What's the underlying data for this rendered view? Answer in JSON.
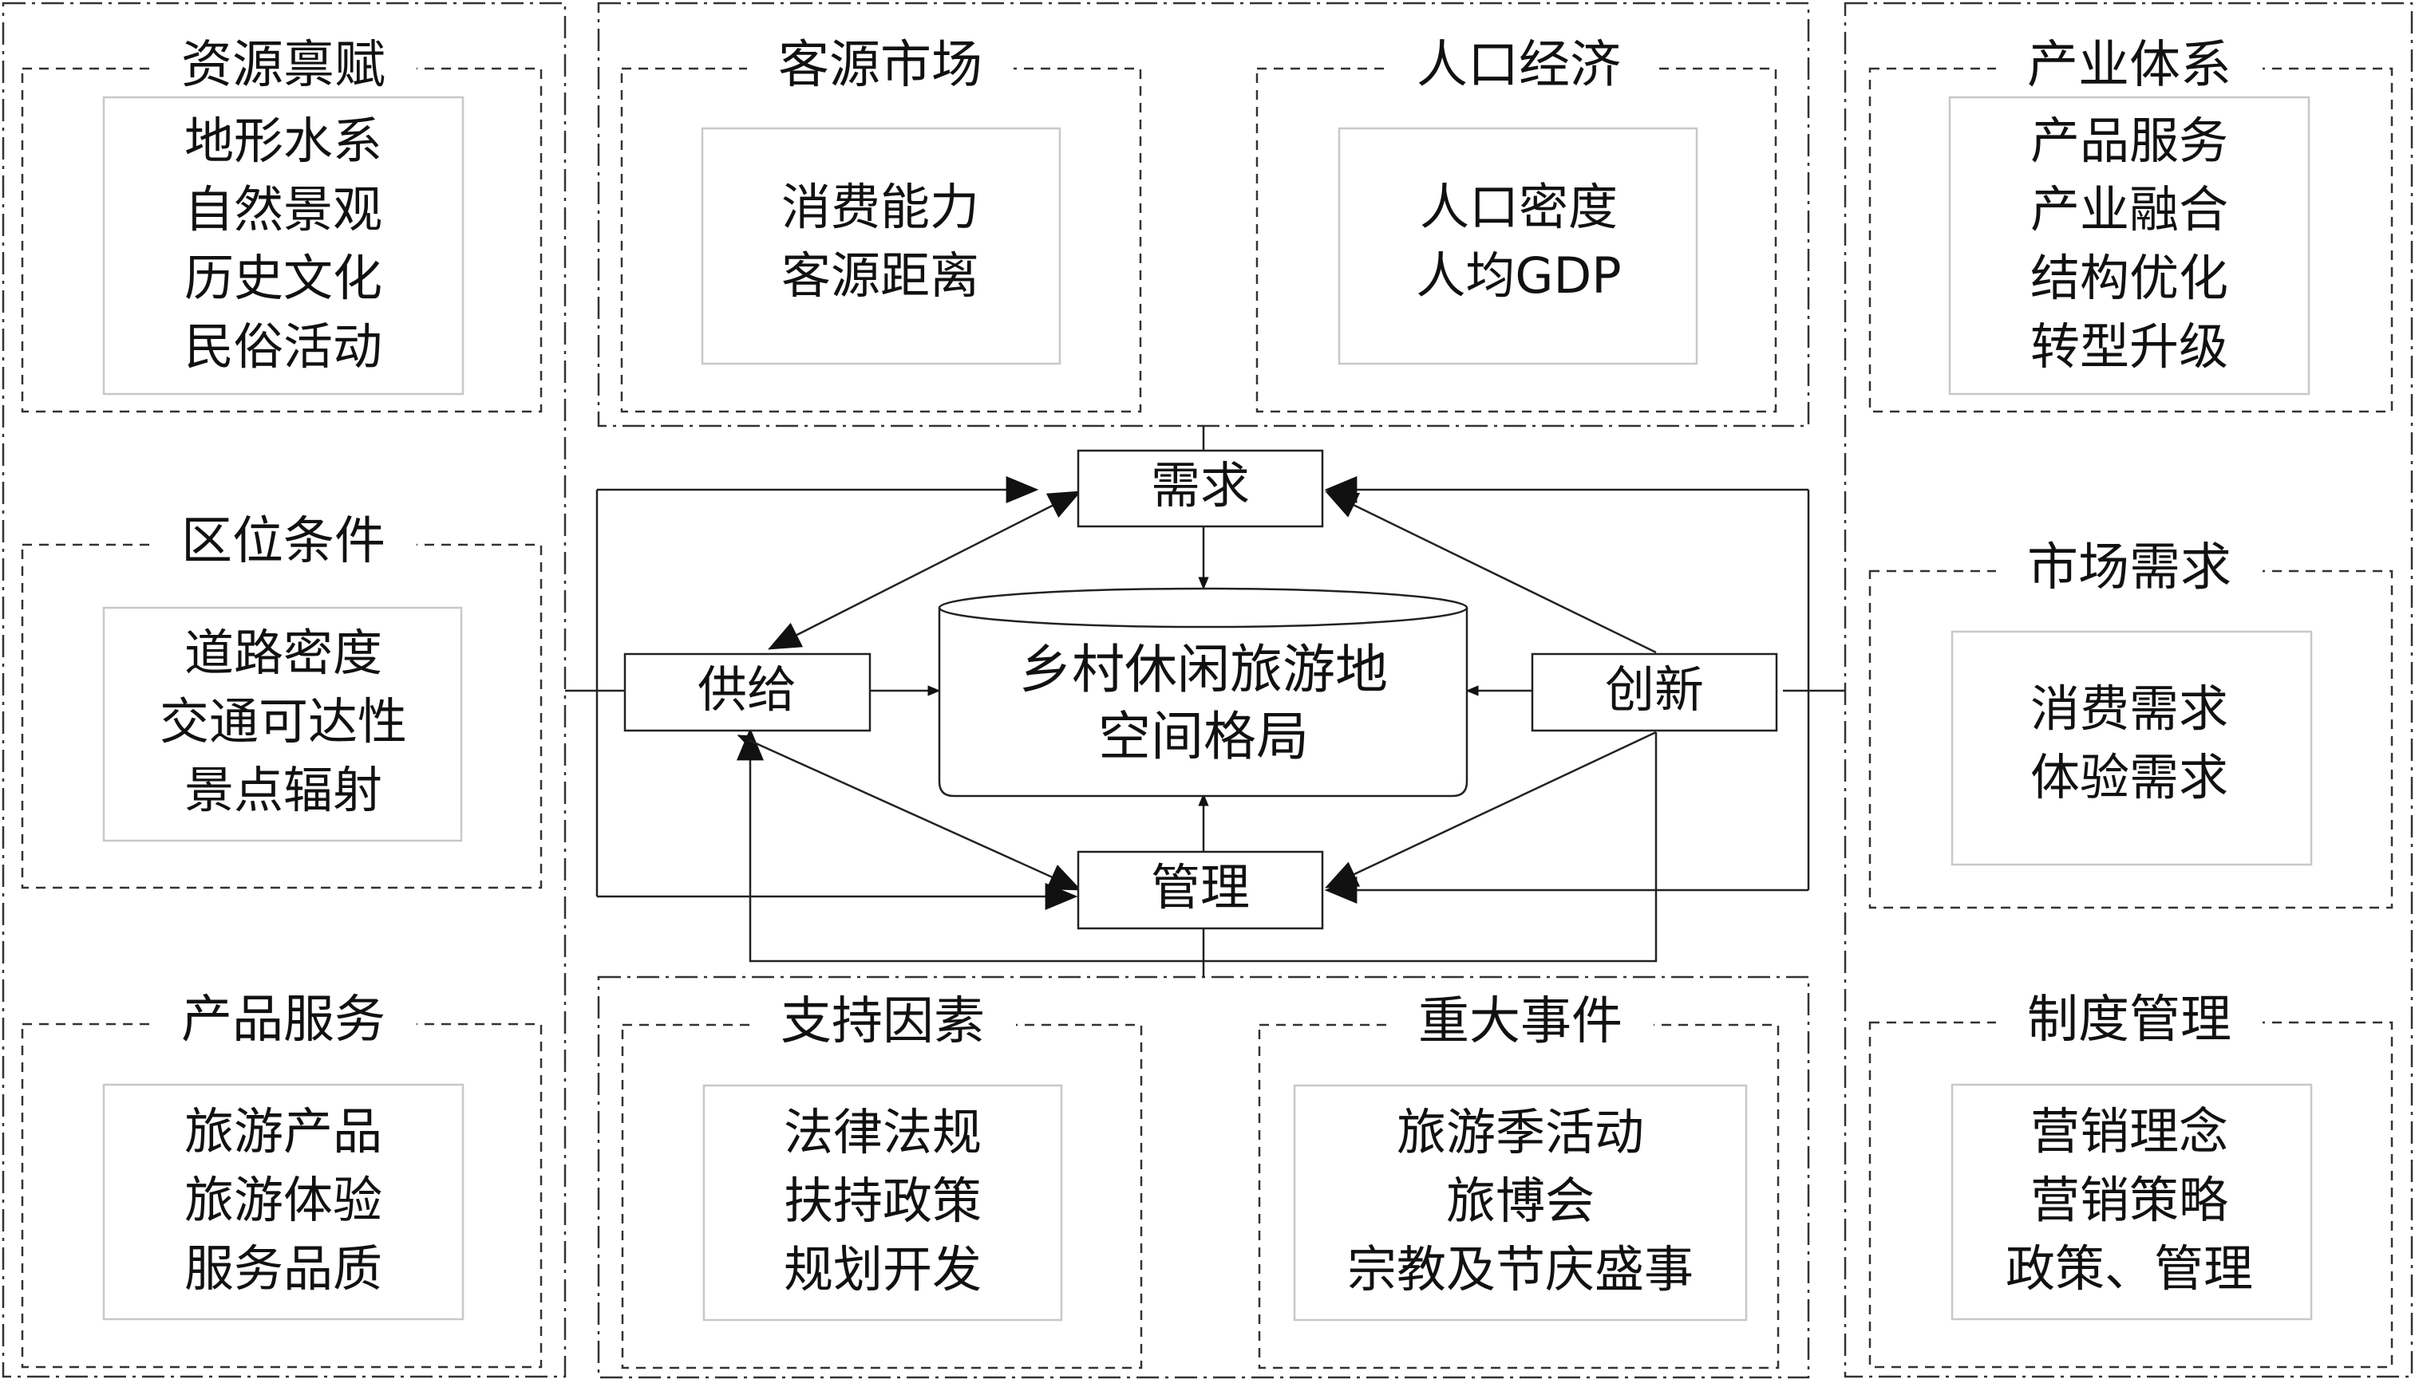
{
  "groups": {
    "resource": {
      "title": "资源禀赋",
      "items": [
        "地形水系",
        "自然景观",
        "历史文化",
        "民俗活动"
      ]
    },
    "location": {
      "title": "区位条件",
      "items": [
        "道路密度",
        "交通可达性",
        "景点辐射"
      ]
    },
    "product": {
      "title": "产品服务",
      "items": [
        "旅游产品",
        "旅游体验",
        "服务品质"
      ]
    },
    "market": {
      "title": "客源市场",
      "items": [
        "消费能力",
        "客源距离"
      ]
    },
    "population": {
      "title": "人口经济",
      "items": [
        "人口密度",
        "人均GDP"
      ]
    },
    "support": {
      "title": "支持因素",
      "items": [
        "法律法规",
        "扶持政策",
        "规划开发"
      ]
    },
    "events": {
      "title": "重大事件",
      "items": [
        "旅游季活动",
        "旅博会",
        "宗教及节庆盛事"
      ]
    },
    "industry": {
      "title": "产业体系",
      "items": [
        "产品服务",
        "产业融合",
        "结构优化",
        "转型升级"
      ]
    },
    "demand": {
      "title": "市场需求",
      "items": [
        "消费需求",
        "体验需求"
      ]
    },
    "institution": {
      "title": "制度管理",
      "items": [
        "营销理念",
        "营销策略",
        "政策、管理"
      ]
    }
  },
  "nodes": {
    "demand": "需求",
    "supply": "供给",
    "innovation": "创新",
    "management": "管理"
  },
  "center": {
    "line1": "乡村休闲旅游地",
    "line2": "空间格局"
  }
}
